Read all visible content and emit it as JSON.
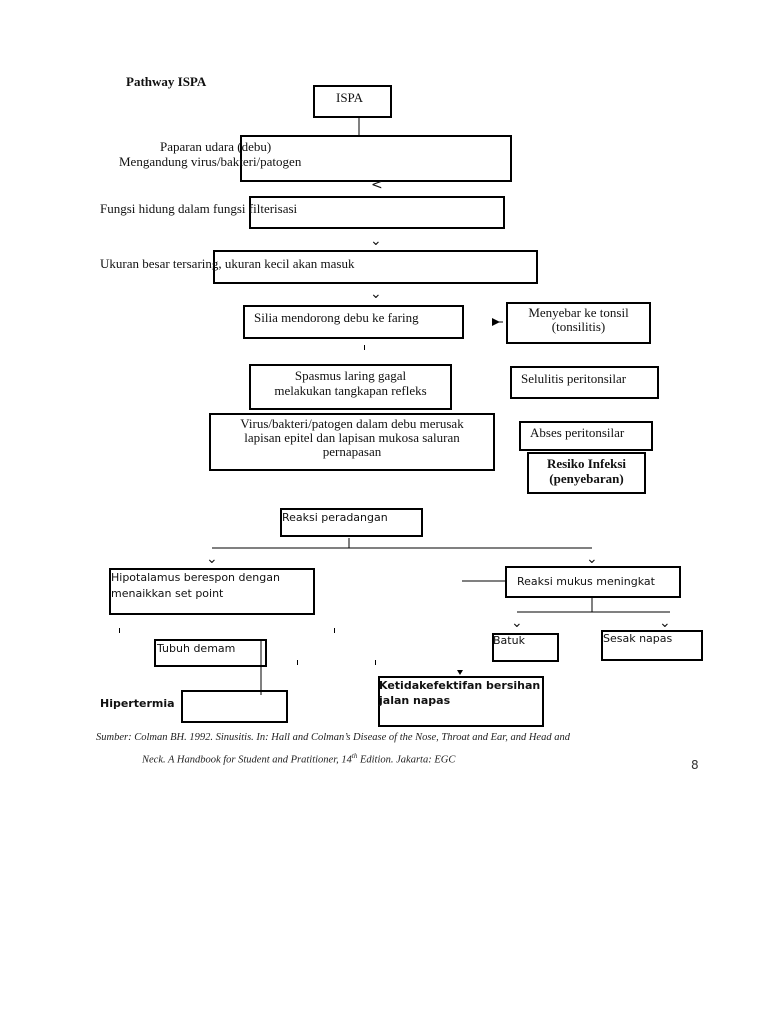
{
  "title": "Pathway ISPA",
  "nodes": {
    "ispa": "ISPA",
    "paparan_1": "Paparan udara (debu)",
    "paparan_2": "Mengandung virus/bakteri/patogen",
    "fungsi": "Fungsi hidung dalam fungsi filterisasi",
    "ukuran": "Ukuran besar tersaring, ukuran kecil akan masuk",
    "silia": "Silia mendorong debu ke faring",
    "menyebar_1": "Menyebar ke tonsil",
    "menyebar_2": "(tonsilitis)",
    "spasmus_1": "Spasmus laring gagal",
    "spasmus_2": "melakukan tangkapan refleks",
    "selulitis": "Selulitis peritonsilar",
    "virus_1": "Virus/bakteri/patogen dalam debu merusak",
    "virus_2": "lapisan epitel dan lapisan mukosa saluran",
    "virus_3": "pernapasan",
    "abses": "Abses peritonsilar",
    "resiko_1": "Resiko Infeksi",
    "resiko_2": "(penyebaran)",
    "reaksi_peradangan": "Reaksi peradangan",
    "hipotalamus_1": "Hipotalamus berespon dengan",
    "hipotalamus_2": "menaikkan set point",
    "reaksi_mukus": "Reaksi mukus meningkat",
    "tubuh_demam": "Tubuh demam",
    "batuk": "Batuk",
    "sesak": "Sesak napas",
    "hipertermia": "Hipertermia",
    "ketidak_1": "Ketidakefektifan bersihan",
    "ketidak_2": "jalan napas"
  },
  "source": {
    "line1": "Sumber: Colman BH. 1992. Sinusitis. In: Hall and Colman’s Disease of the Nose, Throat and Ear, and Head and",
    "line2_pre": "Neck. A Handbook for Student and Pratitioner, 14",
    "line2_sup": "th",
    "line2_post": " Edition. Jakarta: EGC"
  },
  "page_number": "8"
}
